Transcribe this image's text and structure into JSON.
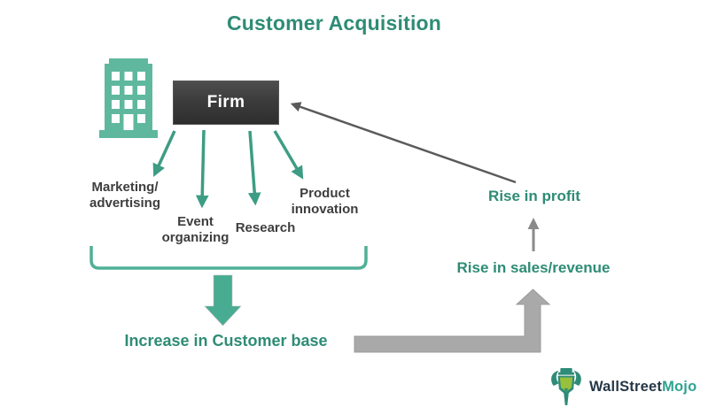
{
  "title": "Customer Acquisition",
  "colors": {
    "teal_text": "#2E8C75",
    "teal_shape": "#4FB096",
    "arrow_teal": "#3D9D84",
    "thick_arrow": "#47AC92",
    "building": "#5FB89E",
    "gray_arrow": "#A9A9A9",
    "gray_arrow_dark": "#8A8A8A",
    "dark_line": "#5A5A5A",
    "label_dark": "#3E3E3E",
    "logo_navy": "#253646",
    "logo_teal": "#2FA391"
  },
  "firm": {
    "label": "Firm"
  },
  "channels": [
    {
      "label": "Marketing/\nadvertising"
    },
    {
      "label": "Event\norganizing"
    },
    {
      "label": "Research"
    },
    {
      "label": "Product\ninnovation"
    }
  ],
  "outcome_label": "Increase in Customer base",
  "rise_sales_label": "Rise in sales/revenue",
  "rise_profit_label": "Rise in profit",
  "logo": {
    "brand_primary": "WallStreet",
    "brand_accent": "Mojo"
  }
}
